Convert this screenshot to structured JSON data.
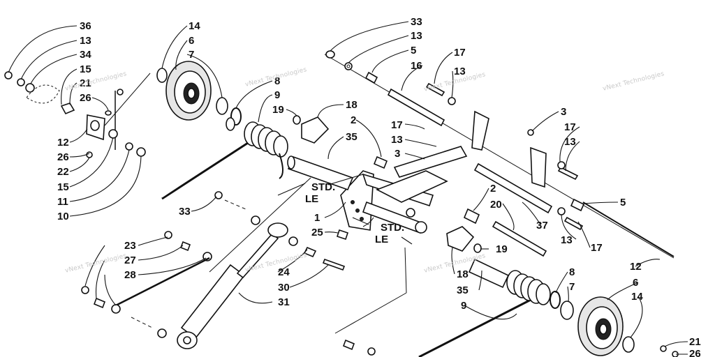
{
  "watermarks": [
    "vNext Technologies",
    "vNext Technologies",
    "vNext Technologies",
    "vNext Technologies",
    "vNext Technologies",
    "vNext Technologies",
    "vNext Technologies"
  ],
  "notes": {
    "std_upper": "STD.",
    "le_upper": "LE",
    "std_lower": "STD.",
    "le_lower": "LE"
  },
  "callouts": [
    "36",
    "13",
    "34",
    "15",
    "21",
    "26",
    "12",
    "26",
    "22",
    "15",
    "11",
    "10",
    "14",
    "6",
    "7",
    "8",
    "9",
    "19",
    "18",
    "2",
    "35",
    "3",
    "33",
    "13",
    "5",
    "16",
    "17",
    "13",
    "17",
    "13",
    "3",
    "17",
    "13",
    "5",
    "2",
    "20",
    "37",
    "13",
    "17",
    "33",
    "1",
    "25",
    "23",
    "27",
    "28",
    "24",
    "30",
    "31",
    "18",
    "19",
    "35",
    "8",
    "7",
    "9",
    "6",
    "14",
    "12",
    "21",
    "26"
  ]
}
